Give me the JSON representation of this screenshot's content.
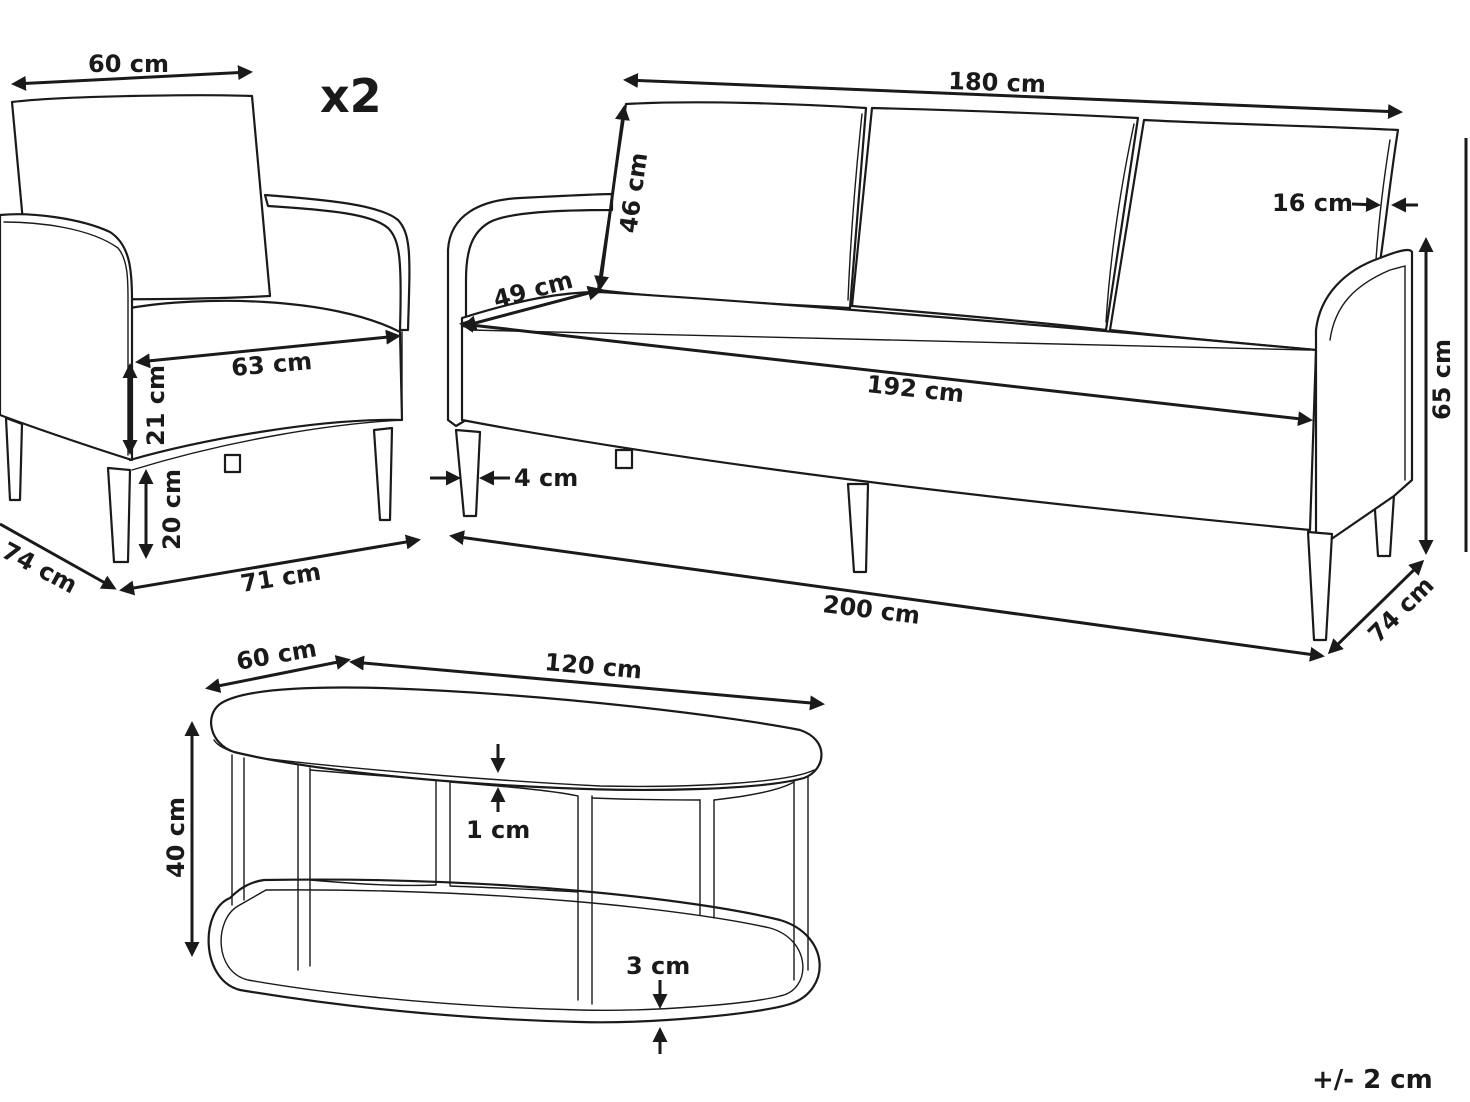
{
  "chair": {
    "multiplier": "x2",
    "dims": {
      "back_width": "60 cm",
      "seat_width": "63 cm",
      "seat_height": "21 cm",
      "leg_height": "20 cm",
      "depth": "74 cm",
      "width": "71 cm"
    }
  },
  "sofa": {
    "dims": {
      "back_width": "180 cm",
      "back_height": "46 cm",
      "seat_depth": "49 cm",
      "cushion_depth": "16 cm",
      "seat_width": "192 cm",
      "height": "65 cm",
      "leg": "4 cm",
      "width": "200 cm",
      "depth": "74 cm"
    }
  },
  "table": {
    "dims": {
      "depth": "60 cm",
      "width": "120 cm",
      "height": "40 cm",
      "top_thickness": "1 cm",
      "base_thickness": "3 cm"
    }
  },
  "tolerance": "+/- 2 cm"
}
